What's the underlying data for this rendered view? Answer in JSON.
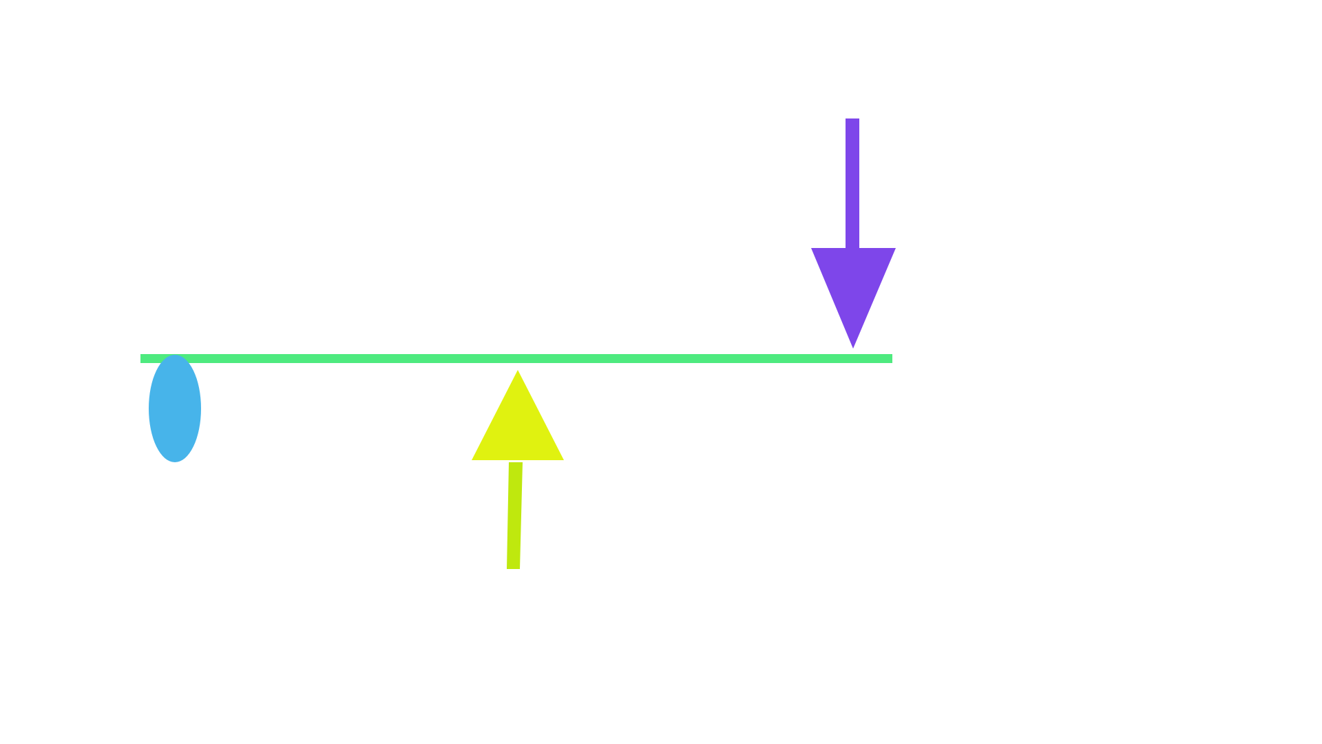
{
  "diagram": {
    "background": "#ffffff",
    "beam": {
      "color": "#4eea7f"
    },
    "support": {
      "shape": "ellipse",
      "color": "#47b4ea"
    },
    "downward_force": {
      "direction": "down",
      "color": "#7e46ea"
    },
    "upward_force": {
      "direction": "up",
      "head_color": "#e0f210",
      "shaft_color": "#bfe80e"
    }
  }
}
